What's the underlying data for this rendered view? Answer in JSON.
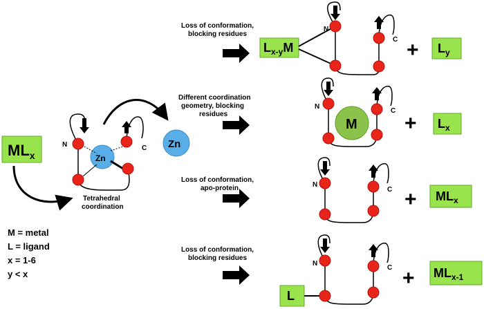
{
  "colors": {
    "residue": "#e8241b",
    "metal": "#8bc34a",
    "zinc": "#5aaee8",
    "box": "#99e34c"
  },
  "captions": {
    "row1": [
      "Loss of conformation,",
      "blocking residues"
    ],
    "row2": [
      "Different coordination",
      "geometry, blocking",
      "residues"
    ],
    "row3": [
      "Loss of conformation,",
      "apo-protein"
    ],
    "row4": [
      "Loss of conformation,",
      "blocking residues"
    ],
    "tetra": [
      "Tetrahedral",
      "coordination"
    ]
  },
  "labels": {
    "n": "N",
    "c": "C",
    "zn_site": "Zn",
    "zn_free": "Zn",
    "metal_circle": "M",
    "plus": "+",
    "L": "L",
    "M": "M",
    "ML": "ML",
    "sub_x": "x",
    "sub_xy": "x-y",
    "sub_y": "y",
    "sub_x1": "x-1"
  },
  "legend": [
    "M = metal",
    "L = ligand",
    "x = 1-6",
    "y < x"
  ]
}
